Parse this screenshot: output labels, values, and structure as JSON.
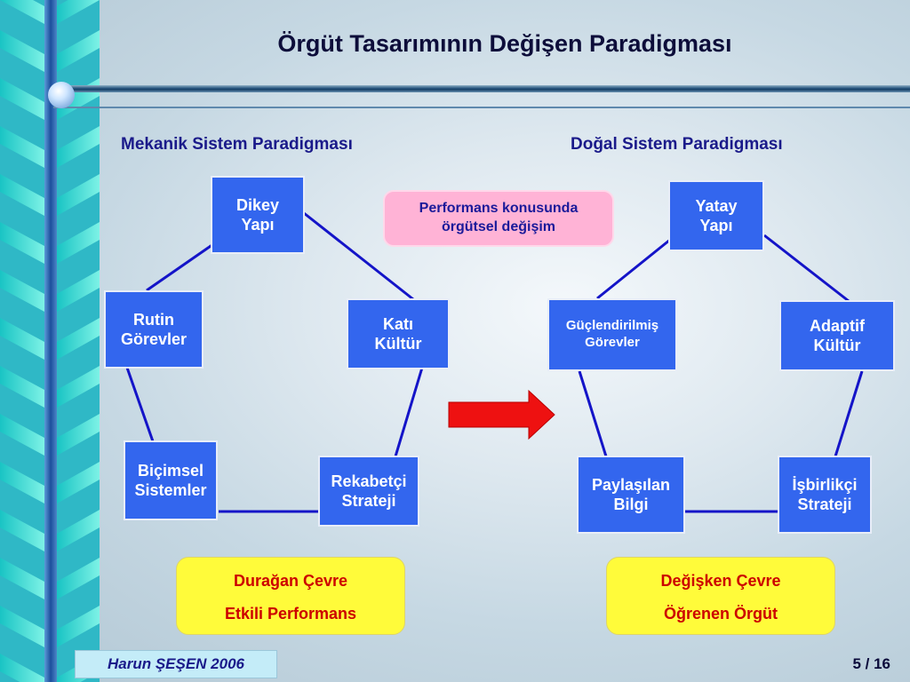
{
  "title": "Örgüt Tasarımının Değişen Paradigması",
  "left_heading": "Mekanik Sistem Paradigması",
  "right_heading": "Doğal Sistem Paradigması",
  "center_note": [
    "Performans konusunda",
    "örgütsel değişim"
  ],
  "mechanical": {
    "top": [
      "Dikey",
      "Yapı"
    ],
    "left": [
      "Rutin",
      "Görevler"
    ],
    "right": [
      "Katı",
      "Kültür"
    ],
    "bottom_left": [
      "Biçimsel",
      "Sistemler"
    ],
    "bottom_right": [
      "Rekabetçi",
      "Strateji"
    ],
    "environment": [
      "Durağan Çevre",
      "Etkili Performans"
    ]
  },
  "natural": {
    "top": [
      "Yatay",
      "Yapı"
    ],
    "left": [
      "Güçlendirilmiş",
      "Görevler"
    ],
    "right": [
      "Adaptif",
      "Kültür"
    ],
    "bottom_left": [
      "Paylaşılan",
      "Bilgi"
    ],
    "bottom_right": [
      "İşbirlikçi",
      "Strateji"
    ],
    "environment": [
      "Değişken Çevre",
      "Öğrenen Örgüt"
    ]
  },
  "footer": {
    "author": "Harun ŞEŞEN 2006",
    "page": "5 / 16"
  },
  "colors": {
    "box": "#3366ee",
    "line": "#1414c8",
    "arrow": "#ee1111",
    "oval": "#fffb3a",
    "note": "#ffb3d6"
  }
}
